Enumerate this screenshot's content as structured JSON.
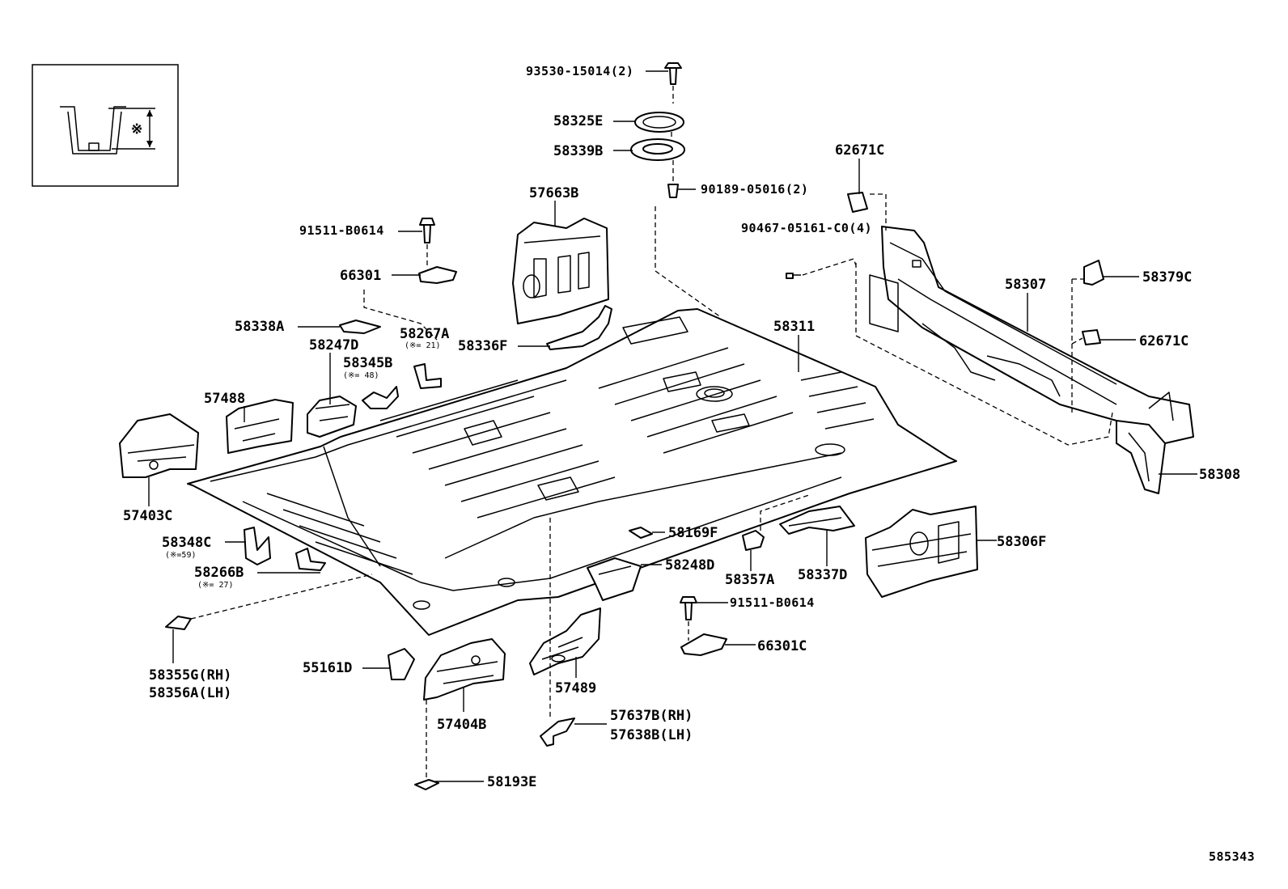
{
  "diagram_id": "585343",
  "inset": {
    "symbol": "※"
  },
  "labels": {
    "p93530_15014": "93530-15014(2)",
    "p58325E": "58325E",
    "p58339B": "58339B",
    "p90189_05016": "90189-05016(2)",
    "p62671C_top": "62671C",
    "p90467_05161": "90467-05161-C0(4)",
    "p57663B": "57663B",
    "p91511_B0614_a": "91511-B0614",
    "p66301": "66301",
    "p58338A": "58338A",
    "p58267A": "58267A",
    "p58267A_note": "(※= 21)",
    "p58247D": "58247D",
    "p58345B": "58345B",
    "p58345B_note": "(※= 48)",
    "p58336F": "58336F",
    "p58311": "58311",
    "p58307": "58307",
    "p58379C": "58379C",
    "p62671C_right": "62671C",
    "p57488": "57488",
    "p57403C": "57403C",
    "p58308": "58308",
    "p58348C": "58348C",
    "p58348C_note": "(※=59)",
    "p58266B": "58266B",
    "p58266B_note": "(※= 27)",
    "p58169F": "58169F",
    "p58248D": "58248D",
    "p58357A": "58357A",
    "p58337D": "58337D",
    "p58306F": "58306F",
    "p91511_B0614_b": "91511-B0614",
    "p66301C": "66301C",
    "p58355G": "58355G(RH)",
    "p58356A": "58356A(LH)",
    "p55161D": "55161D",
    "p57404B": "57404B",
    "p57489": "57489",
    "p57637B": "57637B(RH)",
    "p57638B": "57638B(LH)",
    "p58193E": "58193E"
  }
}
